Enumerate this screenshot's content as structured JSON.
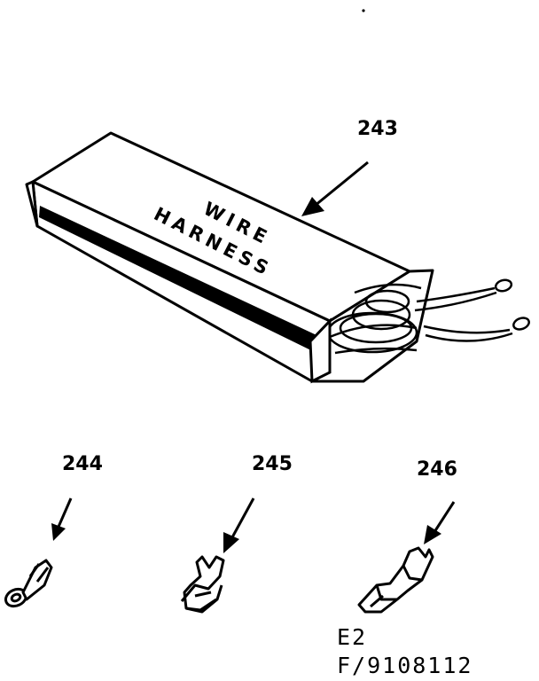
{
  "box_label": {
    "line1": "WIRE",
    "line2": "HARNESS"
  },
  "callouts": [
    {
      "id": "243"
    },
    {
      "id": "244"
    },
    {
      "id": "245"
    },
    {
      "id": "246"
    }
  ],
  "footer": {
    "line1": "E2",
    "line2": "F/9108112"
  }
}
